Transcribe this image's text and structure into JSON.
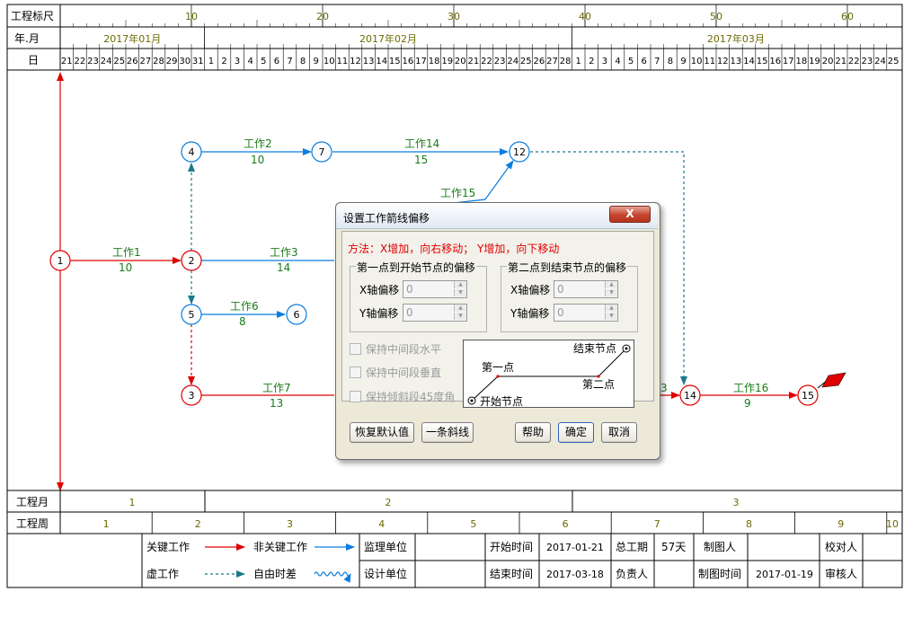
{
  "header": {
    "scale_label": "工程标尺",
    "month_row_label": "年.月",
    "day_row_label": "日",
    "scale_ticks": [
      "10",
      "20",
      "30",
      "40",
      "50",
      "60"
    ],
    "months": [
      "2017年01月",
      "2017年02月",
      "2017年03月"
    ],
    "days": [
      "21",
      "22",
      "23",
      "24",
      "25",
      "26",
      "27",
      "28",
      "29",
      "30",
      "31",
      "1",
      "2",
      "3",
      "4",
      "5",
      "6",
      "7",
      "8",
      "9",
      "10",
      "11",
      "12",
      "13",
      "14",
      "15",
      "16",
      "17",
      "18",
      "19",
      "20",
      "21",
      "22",
      "23",
      "24",
      "25",
      "26",
      "27",
      "28",
      "1",
      "2",
      "3",
      "4",
      "5",
      "6",
      "7",
      "8",
      "9",
      "10",
      "11",
      "12",
      "13",
      "14",
      "15",
      "16",
      "17",
      "18",
      "19",
      "20",
      "21",
      "22",
      "23",
      "24",
      "25"
    ]
  },
  "nodes": [
    "1",
    "2",
    "3",
    "4",
    "5",
    "6",
    "7",
    "12",
    "14",
    "15"
  ],
  "works": [
    {
      "name": "工作1",
      "duration": "10"
    },
    {
      "name": "工作2",
      "duration": "10"
    },
    {
      "name": "工作3",
      "duration": "14"
    },
    {
      "name": "工作6",
      "duration": "8"
    },
    {
      "name": "工作7",
      "duration": "13"
    },
    {
      "name": "工作14",
      "duration": "15"
    },
    {
      "name": "工作15",
      "duration": ""
    },
    {
      "name": "工作16",
      "duration": "9"
    }
  ],
  "partial_label": "3",
  "footer": {
    "month_label": "工程月",
    "week_label": "工程周",
    "months": [
      "1",
      "2",
      "3"
    ],
    "weeks": [
      "1",
      "2",
      "3",
      "4",
      "5",
      "6",
      "7",
      "8",
      "9",
      "10"
    ],
    "legend": {
      "critical": "关键工作",
      "noncritical": "非关键工作",
      "virtual": "虚工作",
      "free_float": "自由时差"
    },
    "info": {
      "supervisor_label": "监理单位",
      "designer_label": "设计单位",
      "start_label": "开始时间",
      "start_value": "2017-01-21",
      "end_label": "结束时间",
      "end_value": "2017-03-18",
      "total_label": "总工期",
      "total_value": "57天",
      "responsible_label": "负责人",
      "drawer_label": "制图人",
      "draw_time_label": "制图时间",
      "draw_time_value": "2017-01-19",
      "checker_label": "校对人",
      "auditor_label": "审核人"
    }
  },
  "dialog": {
    "title": "设置工作箭线偏移",
    "close": "X",
    "method": "方法：X增加，向右移动； Y增加，向下移动",
    "group1": "第一点到开始节点的偏移",
    "group2": "第二点到结束节点的偏移",
    "x_label": "X轴偏移",
    "y_label": "Y轴偏移",
    "x1": "0",
    "y1": "0",
    "x2": "0",
    "y2": "0",
    "chk_h": "保持中间段水平",
    "chk_v": "保持中间段垂直",
    "chk_45": "保持倾斜段45度角",
    "pv_end": "结束节点",
    "pv_p1": "第一点",
    "pv_p2": "第二点",
    "pv_start": "开始节点",
    "btn_reset": "恢复默认值",
    "btn_line": "一条斜线",
    "btn_help": "帮助",
    "btn_ok": "确定",
    "btn_cancel": "取消"
  },
  "colors": {
    "critical": "#e00000",
    "noncritical": "#0a7de0",
    "virtual": "#1a7a8a",
    "label": "#1a7a1a",
    "month_text": "#6b6b00"
  }
}
